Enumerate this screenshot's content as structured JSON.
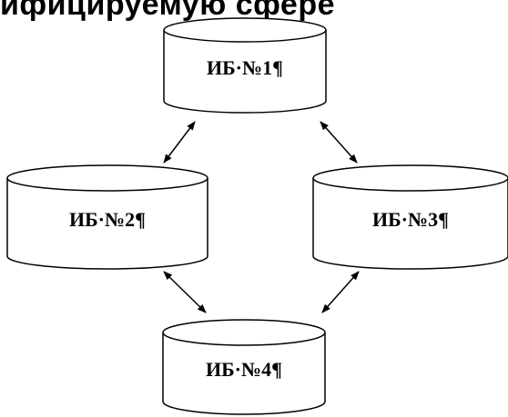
{
  "header_fragment": "ифицируемую сфере",
  "colors": {
    "stroke": "#000000",
    "fill": "#ffffff",
    "text": "#000000"
  },
  "nodes": [
    {
      "id": "ib1",
      "label": "ИБ·№1¶"
    },
    {
      "id": "ib2",
      "label": "ИБ·№2¶"
    },
    {
      "id": "ib3",
      "label": "ИБ·№3¶"
    },
    {
      "id": "ib4",
      "label": "ИБ·№4¶"
    }
  ],
  "edges": [
    {
      "from": "ib1",
      "to": "ib2",
      "direction": "both"
    },
    {
      "from": "ib1",
      "to": "ib3",
      "direction": "both"
    },
    {
      "from": "ib2",
      "to": "ib4",
      "direction": "both"
    },
    {
      "from": "ib3",
      "to": "ib4",
      "direction": "both"
    }
  ]
}
